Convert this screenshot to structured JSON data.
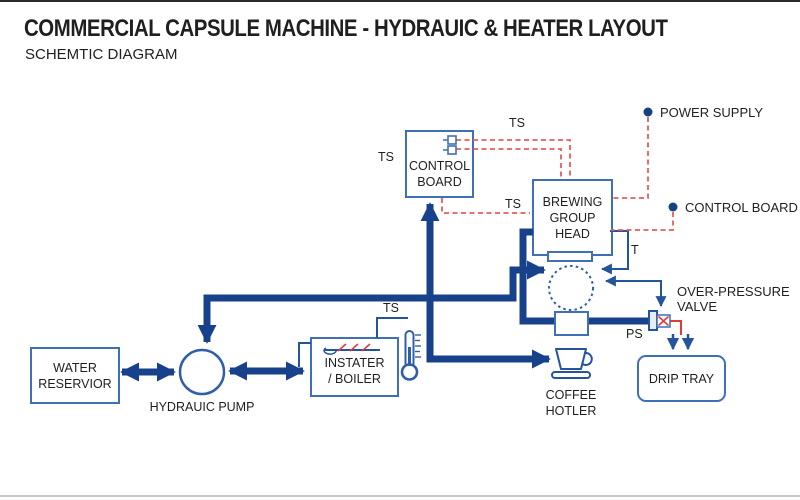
{
  "page": {
    "title": "COMMERCIAL CAPSULE MACHINE - HYDRAUIC & HEATER LAYOUT",
    "subtitle": "SCHEMTIC DIAGRAM"
  },
  "colors": {
    "pipe_navy": "#17418a",
    "box_border_blue": "#3f6fb5",
    "thin_line_blue": "#24549c",
    "signal_dashed_red": "#e65c5c",
    "valve_red": "#e03a3a",
    "text": "#1f1f1f"
  },
  "nodes": {
    "water_reservoir": {
      "label": "WATER\nRESERVIOR"
    },
    "hydraulic_pump": {
      "label": "HYDRAUIC PUMP"
    },
    "instater_boiler": {
      "label": "INSTATER\n/ BOILER"
    },
    "control_board_box": {
      "label": "CONTROL\nBOARD"
    },
    "brewing_group_head": {
      "label": "BREWING\nGROUP\nHEAD"
    },
    "drip_tray": {
      "label": "DRIP TRAY"
    },
    "coffee_hotler": {
      "label": "COFFEE\nHOTLER"
    },
    "power_supply": {
      "label": "POWER SUPPLY"
    },
    "control_board_point": {
      "label": "CONTROL BOARD"
    },
    "over_pressure_valve": {
      "label": "OVER-PRESSURE\nVALVE"
    }
  },
  "sensors": {
    "ts_board_left": "TS",
    "ts_board_top": "TS",
    "ts_board_bottom": "TS",
    "ts_boiler": "TS",
    "t_group": "T",
    "ps": "PS"
  }
}
